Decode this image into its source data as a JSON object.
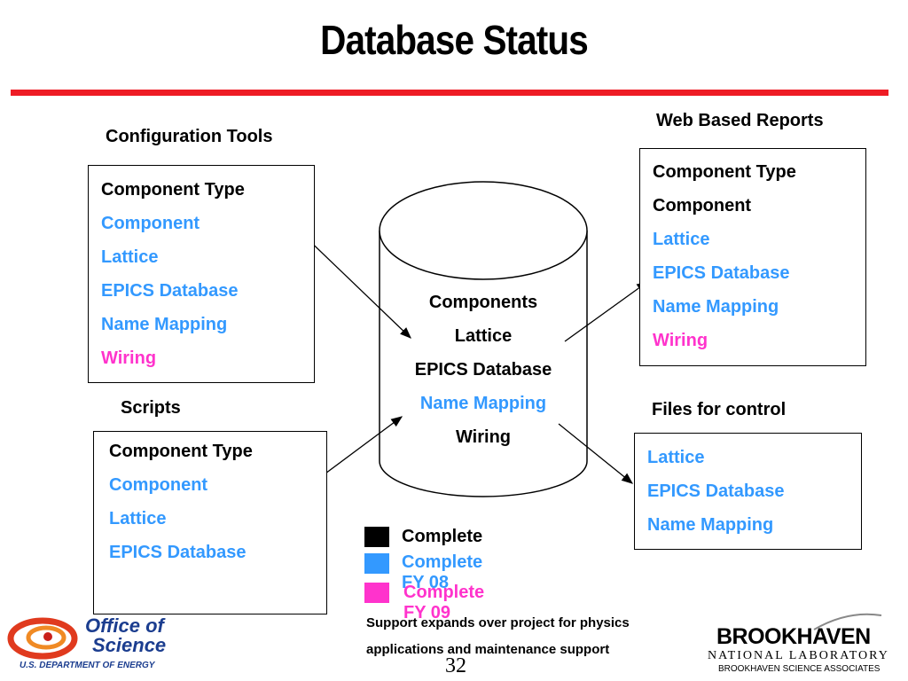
{
  "title": "Database Status",
  "colors": {
    "rule": "#ee1c25",
    "complete": "#000000",
    "complete_fy08": "#3399ff",
    "complete_fy09": "#ff33cc"
  },
  "config_tools": {
    "heading": "Configuration Tools",
    "items": [
      {
        "label": "Component Type",
        "status": "complete"
      },
      {
        "label": "Component",
        "status": "complete_fy08"
      },
      {
        "label": "Lattice",
        "status": "complete_fy08"
      },
      {
        "label": "EPICS Database",
        "status": "complete_fy08"
      },
      {
        "label": "Name Mapping",
        "status": "complete_fy08"
      },
      {
        "label": "Wiring",
        "status": "complete_fy09"
      }
    ]
  },
  "scripts": {
    "heading": "Scripts",
    "items": [
      {
        "label": "Component Type",
        "status": "complete"
      },
      {
        "label": "Component",
        "status": "complete_fy08"
      },
      {
        "label": "Lattice",
        "status": "complete_fy08"
      },
      {
        "label": "EPICS Database",
        "status": "complete_fy08"
      }
    ]
  },
  "database": {
    "items": [
      {
        "label": "Components",
        "status": "complete"
      },
      {
        "label": "Lattice",
        "status": "complete"
      },
      {
        "label": "EPICS Database",
        "status": "complete"
      },
      {
        "label": "Name Mapping",
        "status": "complete_fy08"
      },
      {
        "label": "Wiring",
        "status": "complete"
      }
    ]
  },
  "web_reports": {
    "heading": "Web Based Reports",
    "items": [
      {
        "label": "Component Type",
        "status": "complete"
      },
      {
        "label": "Component",
        "status": "complete"
      },
      {
        "label": "Lattice",
        "status": "complete_fy08"
      },
      {
        "label": "EPICS Database",
        "status": "complete_fy08"
      },
      {
        "label": "Name Mapping",
        "status": "complete_fy08"
      },
      {
        "label": "Wiring",
        "status": "complete_fy09"
      }
    ]
  },
  "files_control": {
    "heading": "Files for control",
    "items": [
      {
        "label": "Lattice",
        "status": "complete_fy08"
      },
      {
        "label": "EPICS Database",
        "status": "complete_fy08"
      },
      {
        "label": "Name Mapping",
        "status": "complete_fy08"
      }
    ]
  },
  "legend": [
    {
      "label": "Complete",
      "status": "complete"
    },
    {
      "label": "Complete FY 08",
      "status": "complete_fy08"
    },
    {
      "label": "Complete FY 09",
      "status": "complete_fy09"
    }
  ],
  "note": {
    "line1": "Support expands over project for physics",
    "line2": "applications and maintenance support"
  },
  "page_number": "32",
  "logos": {
    "doe": {
      "line1": "Office of",
      "line2": "Science",
      "line3": "U.S. DEPARTMENT OF ENERGY"
    },
    "bnl": {
      "line1": "BROOKHAVEN",
      "line2": "NATIONAL LABORATORY",
      "line3": "BROOKHAVEN SCIENCE ASSOCIATES"
    }
  }
}
